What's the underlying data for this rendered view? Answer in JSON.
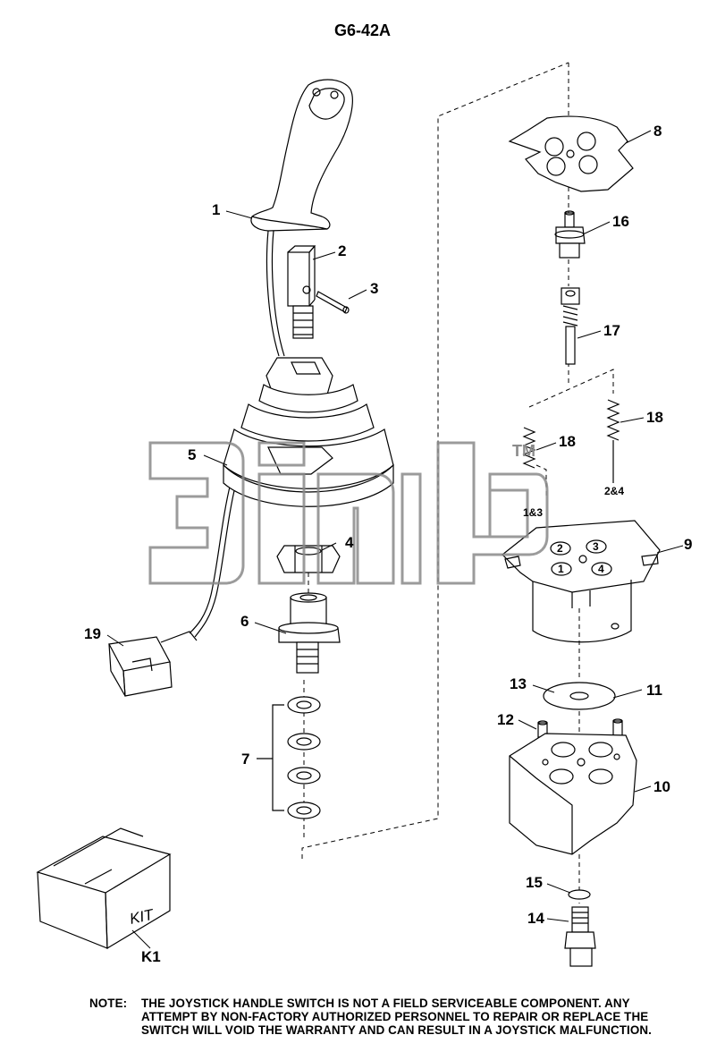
{
  "diagram_title": "G6-42A",
  "callouts": {
    "p1": "1",
    "p2": "2",
    "p3": "3",
    "p4": "4",
    "p5": "5",
    "p6": "6",
    "p7": "7",
    "p8": "8",
    "p9": "9",
    "p10": "10",
    "p11": "11",
    "p12": "12",
    "p13": "13",
    "p14": "14",
    "p15": "15",
    "p16": "16",
    "p17": "17",
    "p18a": "18",
    "p18b": "18",
    "p19": "19",
    "k1": "K1"
  },
  "spring_labels": {
    "left": "1&3",
    "right": "2&4"
  },
  "port_numbers": {
    "port_2": "2",
    "port_3": "3",
    "port_1": "1",
    "port_4": "4"
  },
  "kit_label": "KIT",
  "trademark": "TM",
  "note": {
    "label": "NOTE:",
    "lines": [
      "THE JOYSTICK HANDLE SWITCH IS NOT A FIELD SERVICEABLE COMPONENT. ANY",
      "ATTEMPT BY NON-FACTORY AUTHORIZED PERSONNEL TO REPAIR OR REPLACE THE",
      "SWITCH WILL VOID THE WARRANTY AND CAN RESULT IN A JOYSTICK MALFUNCTION."
    ]
  },
  "colors": {
    "line": "#000000",
    "watermark": "#8a8a8a",
    "background": "#ffffff"
  }
}
